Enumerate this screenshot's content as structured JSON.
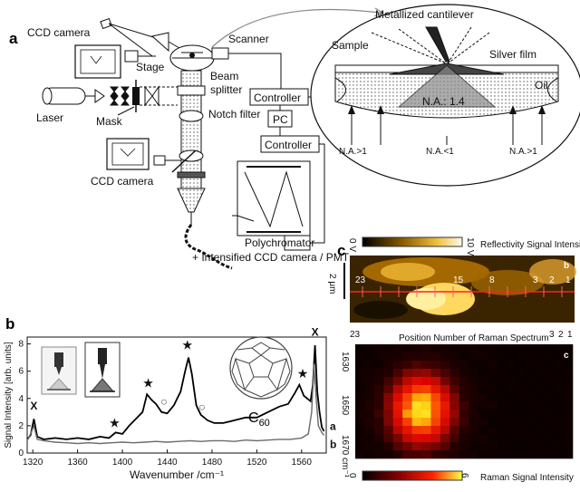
{
  "panels": {
    "a": {
      "letter": "a",
      "labels": {
        "ccd_camera_top": "CCD camera",
        "stage": "Stage",
        "scanner": "Scanner",
        "beam": "Beam",
        "splitter": "splitter",
        "laser": "Laser",
        "mask": "Mask",
        "controller_1": "Controller",
        "pc": "PC",
        "notch_filter": "Notch filter",
        "controller_2": "Controller",
        "ccd_camera_bottom": "CCD camera",
        "polychromator": "Polychromator",
        "intensified": "+ Intensified CCD camera / PMT"
      },
      "inset": {
        "metallized_cantilever": "Metallized cantilever",
        "sample": "Sample",
        "silver_film": "Silver film",
        "oil": "Oil",
        "na_center": "N.A.: 1.4",
        "na_left": "N.A.>1",
        "na_mid": "N.A.<1",
        "na_right": "N.A.>1"
      }
    },
    "b": {
      "letter": "b",
      "c60": "C",
      "c60_sub": "60",
      "curve_a_label": "a",
      "curve_b_label": "b",
      "x_marker": "X",
      "star": "★",
      "circle": "○"
    },
    "c": {
      "letter": "c",
      "reflect_bar_min": "0 V",
      "reflect_bar_max": "10 V",
      "reflect_label": "Reflectivity Signal Intensity",
      "image_b": "b",
      "image_c": "c",
      "scale": "2 μm",
      "position_title": "Position Number of Raman Spectrum",
      "raman_bar_min": "0",
      "raman_bar_max": "6",
      "raman_label": "Raman Signal Intensity",
      "y_ticks": [
        "1630",
        "1650",
        "1670 cm⁻¹"
      ],
      "row_label_left": "23",
      "row_labels_right": [
        "3",
        "2",
        "1"
      ],
      "strip_numbers": [
        "23",
        "1",
        "2",
        "3",
        "8",
        "15"
      ]
    }
  },
  "chart_data": {
    "type": "line",
    "xlabel": "Wavenumber /cm⁻¹",
    "ylabel": "Signal Intensity [arb. units]",
    "xlim": [
      1315,
      1582
    ],
    "ylim": [
      0,
      8.5
    ],
    "xticks": [
      1320,
      1360,
      1400,
      1440,
      1480,
      1520,
      1560
    ],
    "yticks": [
      0,
      2,
      4,
      6,
      8
    ],
    "series": [
      {
        "name": "a",
        "x": [
          1315,
          1318,
          1321,
          1324,
          1330,
          1340,
          1350,
          1360,
          1370,
          1380,
          1388,
          1394,
          1400,
          1406,
          1412,
          1418,
          1422,
          1426,
          1430,
          1435,
          1440,
          1446,
          1452,
          1456,
          1459,
          1462,
          1466,
          1470,
          1476,
          1482,
          1490,
          1500,
          1510,
          1520,
          1530,
          1540,
          1548,
          1554,
          1558,
          1562,
          1565,
          1568,
          1570,
          1572,
          1574,
          1576,
          1578,
          1580
        ],
        "y": [
          1.0,
          1.3,
          2.5,
          1.2,
          1.0,
          1.1,
          1.0,
          1.1,
          1.0,
          1.2,
          1.1,
          1.5,
          1.4,
          2.0,
          2.5,
          3.0,
          4.3,
          3.9,
          3.6,
          3.0,
          2.9,
          3.5,
          4.5,
          6.0,
          7.0,
          5.8,
          3.5,
          2.8,
          2.4,
          2.2,
          2.2,
          2.4,
          2.6,
          2.6,
          3.0,
          3.4,
          3.6,
          4.4,
          5.0,
          4.2,
          4.0,
          3.8,
          5.0,
          7.9,
          4.5,
          3.0,
          1.9,
          1.6
        ]
      },
      {
        "name": "b",
        "x": [
          1315,
          1318,
          1321,
          1324,
          1330,
          1340,
          1350,
          1360,
          1370,
          1380,
          1390,
          1400,
          1410,
          1420,
          1430,
          1440,
          1450,
          1460,
          1470,
          1480,
          1490,
          1500,
          1510,
          1520,
          1530,
          1540,
          1550,
          1560,
          1566,
          1569,
          1571,
          1573,
          1575,
          1578,
          1580
        ],
        "y": [
          0.9,
          1.4,
          2.0,
          1.0,
          0.9,
          0.8,
          0.75,
          0.7,
          0.75,
          0.7,
          0.75,
          0.8,
          0.75,
          0.8,
          0.85,
          0.8,
          0.85,
          0.9,
          0.85,
          0.9,
          0.9,
          0.85,
          0.95,
          0.9,
          0.95,
          1.0,
          1.0,
          1.1,
          1.4,
          3.0,
          6.5,
          4.0,
          2.0,
          1.5,
          1.3
        ]
      }
    ],
    "markers": [
      {
        "symbol": "★",
        "x": 1393,
        "y": 1.9
      },
      {
        "symbol": "★",
        "x": 1423,
        "y": 4.8
      },
      {
        "symbol": "○",
        "x": 1437,
        "y": 3.5
      },
      {
        "symbol": "★",
        "x": 1458,
        "y": 7.6
      },
      {
        "symbol": "○",
        "x": 1471,
        "y": 3.1
      },
      {
        "symbol": "★",
        "x": 1561,
        "y": 5.5
      },
      {
        "symbol": "X",
        "x": 1321,
        "y": 3.2
      },
      {
        "symbol": "X",
        "x": 1572,
        "y": 8.6
      }
    ]
  }
}
